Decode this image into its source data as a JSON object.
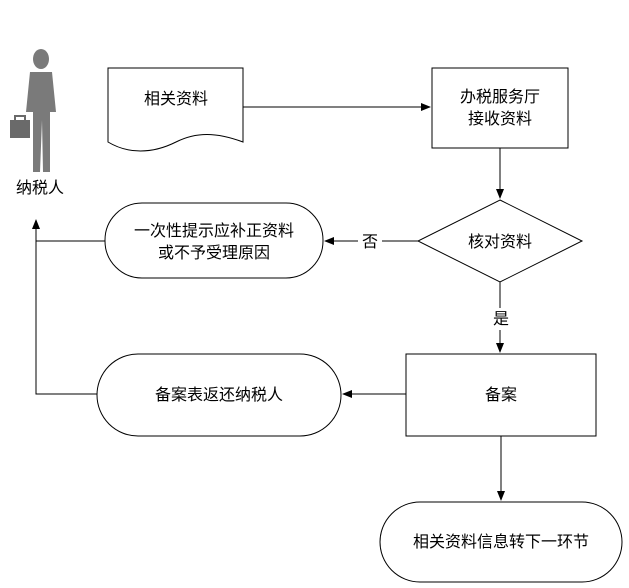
{
  "actor": {
    "label": "纳税人",
    "icon": "person-with-briefcase-icon"
  },
  "nodes": {
    "documents": {
      "label": "相关资料"
    },
    "reception": {
      "line1": "办税服务厅",
      "line2": "接收资料"
    },
    "verify": {
      "label": "核对资料"
    },
    "reject": {
      "line1": "一次性提示应补正资料",
      "line2": "或不予受理原因"
    },
    "filing": {
      "label": "备案"
    },
    "return_form": {
      "label": "备案表返还纳税人"
    },
    "transfer": {
      "label": "相关资料信息转下一环节"
    }
  },
  "edges": {
    "no_label": "否",
    "yes_label": "是"
  },
  "colors": {
    "stroke": "#000000",
    "fill": "#ffffff",
    "person": "#7a7a7a"
  }
}
